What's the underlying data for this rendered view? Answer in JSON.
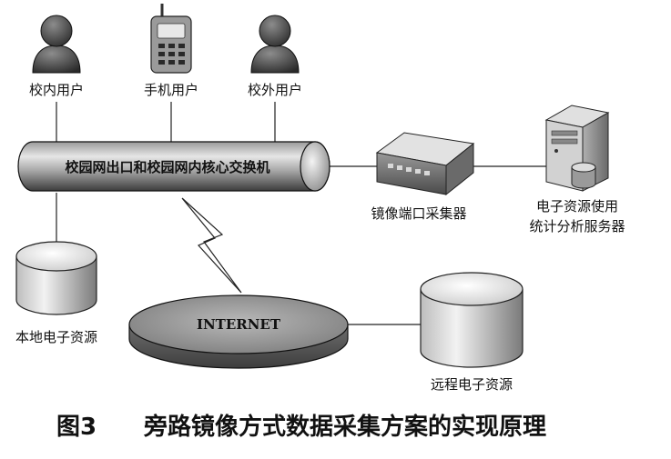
{
  "nodes": {
    "campus_user": {
      "label": "校内用户",
      "icon": "person-icon"
    },
    "mobile_user": {
      "label": "手机用户",
      "icon": "mobile-phone-icon"
    },
    "offcampus_user": {
      "label": "校外用户",
      "icon": "person-icon"
    },
    "core_switch": {
      "label": "校园网出口和校园网内核心交换机",
      "icon": "pipe-icon"
    },
    "mirror_collector": {
      "label": "镜像端口采集器",
      "icon": "network-appliance-icon"
    },
    "stats_server": {
      "label_line1": "电子资源使用",
      "label_line2": "统计分析服务器",
      "icon": "server-tower-icon"
    },
    "local_resources": {
      "label": "本地电子资源",
      "icon": "database-cylinder-icon"
    },
    "internet": {
      "label": "INTERNET",
      "icon": "cloud-disk-icon"
    },
    "remote_resources": {
      "label": "远程电子资源",
      "icon": "database-cylinder-icon"
    }
  },
  "caption": {
    "figure_no": "图3",
    "title": "旁路镜像方式数据采集方案的实现原理"
  }
}
